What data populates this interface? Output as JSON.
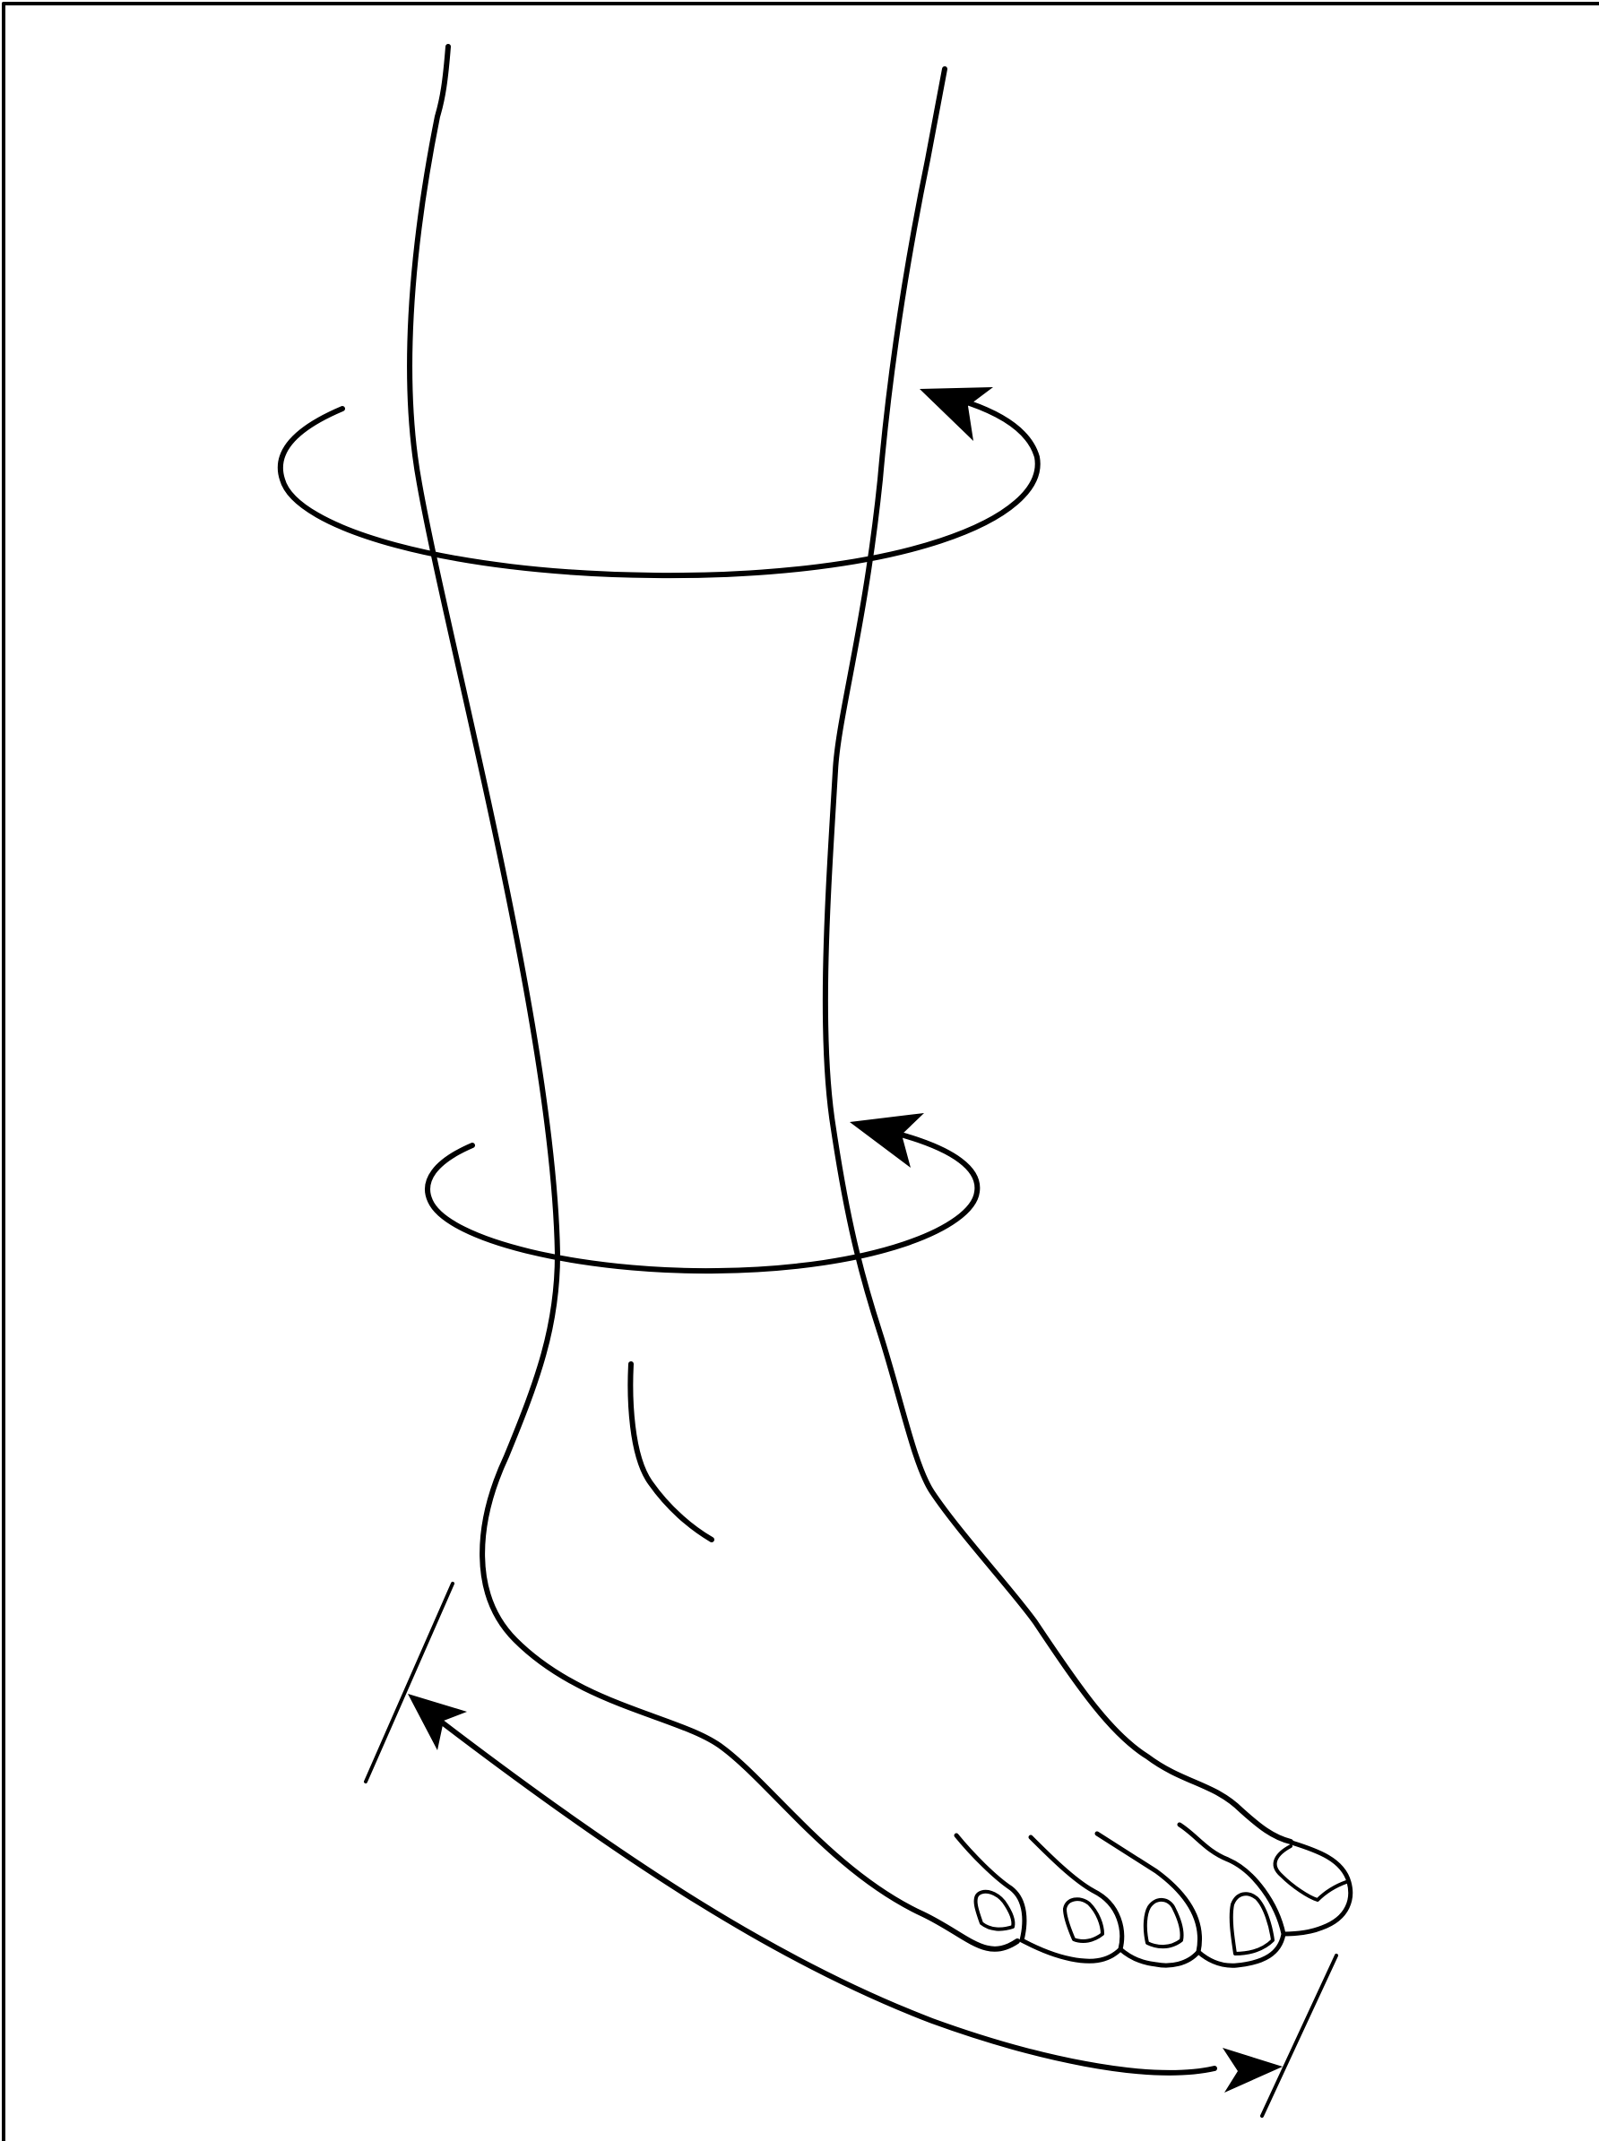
{
  "diagram": {
    "subject": "leg-and-foot-measurement-guide",
    "colors": {
      "stroke": "#000000",
      "background": "#ffffff"
    },
    "measurements": [
      {
        "id": "calf-circumference",
        "kind": "circumference",
        "icon": "circular-arrow-icon"
      },
      {
        "id": "ankle-circumference",
        "kind": "circumference",
        "icon": "circular-arrow-icon"
      },
      {
        "id": "foot-length",
        "kind": "length",
        "icon": "double-arrow-icon"
      }
    ]
  }
}
